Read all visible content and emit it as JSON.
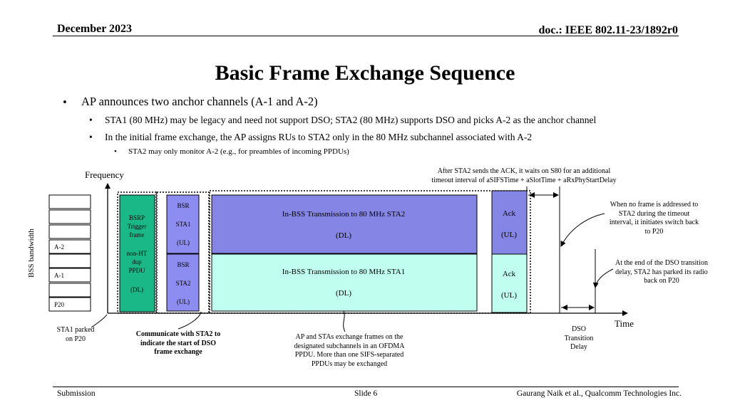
{
  "header": {
    "date": "December 2023",
    "doc": "doc.: IEEE 802.11-23/1892r0"
  },
  "title": "Basic Frame Exchange Sequence",
  "bullets": {
    "l1": "AP announces two anchor channels (A-1 and A-2)",
    "l2a": "STA1 (80 MHz) may be legacy and need not support DSO; STA2 (80 MHz) supports DSO and picks A-2 as the anchor channel",
    "l2b": "In the initial frame exchange, the AP assigns RUs to STA2 only in the 80 MHz subchannel associated with A-2",
    "l3": "STA2 may only monitor A-2 (e.g., for preambles of incoming PPDUs)"
  },
  "diagram": {
    "y_axis": "Frequency",
    "x_axis": "Time",
    "bss_bandwidth": "BSS bandwidth",
    "channels": [
      "A-2",
      "A-1",
      "P20"
    ],
    "bsrp": [
      "BSRP",
      "Trigger",
      "frame",
      "non-HT",
      "dup",
      "PPDU",
      "(DL)"
    ],
    "bsr_sta1": [
      "BSR",
      "STA1",
      "(UL)"
    ],
    "bsr_sta2": [
      "BSR",
      "STA2",
      "(UL)"
    ],
    "dl_sta2": [
      "In-BSS Transmission to 80 MHz STA2",
      "(DL)"
    ],
    "dl_sta1": [
      "In-BSS Transmission to 80 MHz STA1",
      "(DL)"
    ],
    "ack_top": [
      "Ack",
      "(UL)"
    ],
    "ack_bot": [
      "Ack",
      "(UL)"
    ],
    "colors": {
      "bsrp": "#1ab887",
      "bsr": "#8d8cf0",
      "dl_sta2": "#8585e6",
      "dl_sta1": "#c0fff0"
    }
  },
  "annotations": {
    "top": [
      "After STA2 sends the ACK, it waits on S80 for an additional",
      "timeout interval of aSIFSTime + aSlotTime + aRxPhyStartDelay"
    ],
    "timeout": [
      "When no frame is addressed to",
      "STA2 during the timeout",
      "interval, it initiates switch back",
      "to P20"
    ],
    "dso_end": [
      "At the end of the DSO transition",
      "delay, STA2 has parked its radio",
      "back on P20"
    ],
    "sta1_parked": [
      "STA1 parked",
      "on P20"
    ],
    "communicate": [
      "Communicate with STA2 to",
      "indicate the start of DSO",
      "frame exchange"
    ],
    "ofdma": [
      "AP and STAs exchange frames on the",
      "designated subchannels in an OFDMA",
      "PPDU. More than one SIFS-separated",
      "PPDUs may be exchanged"
    ],
    "dso_delay": [
      "DSO",
      "Transition",
      "Delay"
    ]
  },
  "footer": {
    "left": "Submission",
    "center": "Slide 6",
    "right": "Gaurang Naik et al., Qualcomm Technologies Inc."
  }
}
